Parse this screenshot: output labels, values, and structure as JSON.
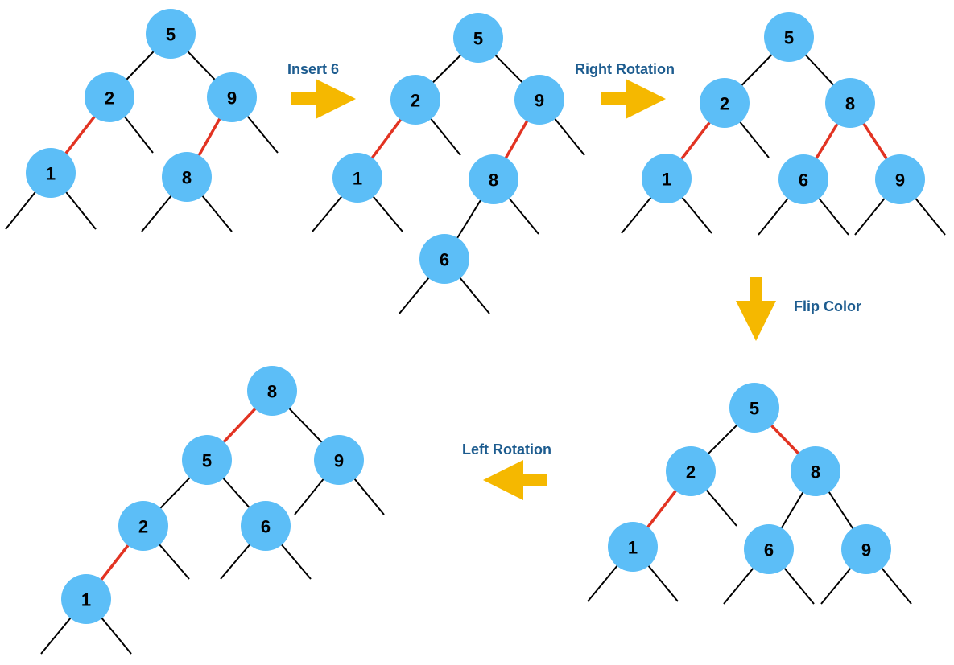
{
  "colors": {
    "node_fill": "#5cbef7",
    "black_link": "#000000",
    "red_link": "#e23322",
    "arrow": "#f5b800",
    "label": "#1d5c8f"
  },
  "steps": {
    "insert": "Insert 6",
    "right_rotation": "Right Rotation",
    "flip_color": "Flip Color",
    "left_rotation": "Left Rotation"
  },
  "trees": [
    {
      "name": "initial",
      "nodes": [
        "5",
        "2",
        "9",
        "1",
        "8"
      ],
      "red_links": [
        "2-1",
        "9-8"
      ]
    },
    {
      "name": "after-insert",
      "nodes": [
        "5",
        "2",
        "9",
        "1",
        "8",
        "6"
      ],
      "red_links": [
        "2-1",
        "9-8"
      ]
    },
    {
      "name": "after-right-rotation",
      "nodes": [
        "5",
        "2",
        "8",
        "1",
        "6",
        "9"
      ],
      "red_links": [
        "2-1",
        "8-6",
        "8-9"
      ]
    },
    {
      "name": "after-flip-color",
      "nodes": [
        "5",
        "2",
        "8",
        "1",
        "6",
        "9"
      ],
      "red_links": [
        "5-8",
        "2-1"
      ]
    },
    {
      "name": "after-left-rotation",
      "nodes": [
        "8",
        "5",
        "9",
        "2",
        "6",
        "1"
      ],
      "red_links": [
        "8-5",
        "2-1"
      ]
    }
  ]
}
